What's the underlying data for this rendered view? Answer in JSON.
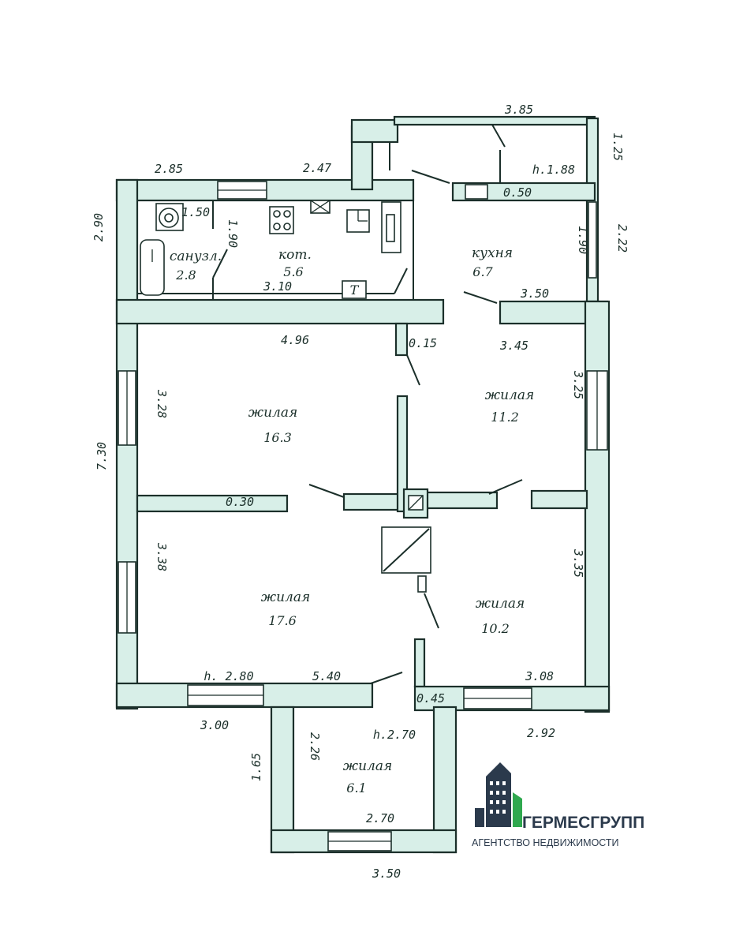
{
  "colors": {
    "ink": "#1b2f2a",
    "wall_fill": "#d8efe8",
    "brand": "#2b3a4c",
    "brand_accent": "#2fa84f"
  },
  "rooms": [
    {
      "label": "санузл.",
      "area": "2.8"
    },
    {
      "label": "кот.",
      "area": "5.6"
    },
    {
      "label": "кухня",
      "area": "6.7"
    },
    {
      "label": "жилая",
      "area": "16.3"
    },
    {
      "label": "жилая",
      "area": "11.2"
    },
    {
      "label": "жилая",
      "area": "17.6"
    },
    {
      "label": "жилая",
      "area": "10.2"
    },
    {
      "label": "жилая",
      "area": "6.1"
    }
  ],
  "dimensions": [
    "2.85",
    "2.47",
    "3.85",
    "1.25",
    "h.1.88",
    "0.50",
    "2.90",
    "1.50",
    "1.90",
    "1.90",
    "2.22",
    "3.10",
    "3.50",
    "4.96",
    "0.15",
    "3.45",
    "3.25",
    "3.28",
    "7.30",
    "0.30",
    "3.38",
    "3.35",
    "h. 2.80",
    "5.40",
    "3.08",
    "0.45",
    "3.00",
    "2.92",
    "1.65",
    "2.26",
    "h.2.70",
    "2.70",
    "3.50"
  ],
  "fixtures": {
    "stove_mark": "T"
  },
  "logo": {
    "name": "ГЕРМЕСГРУПП",
    "tagline": "АГЕНТСТВО НЕДВИЖИМОСТИ",
    "icon": "building-icon"
  }
}
